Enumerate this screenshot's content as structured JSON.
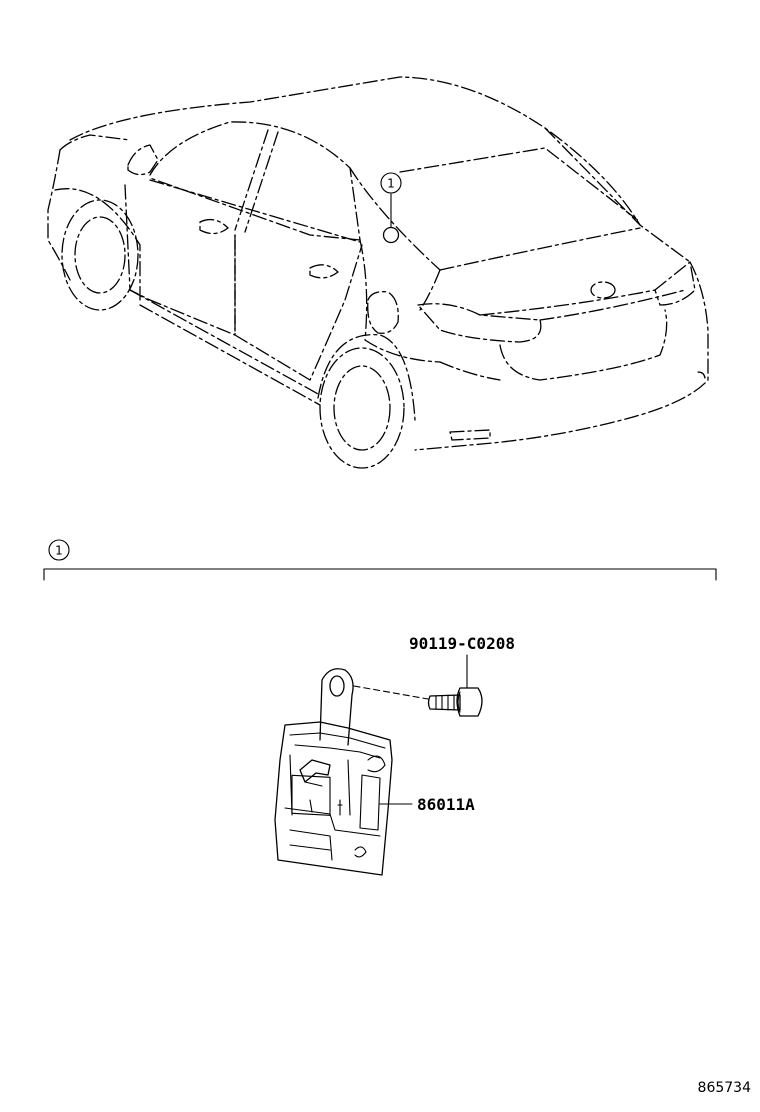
{
  "callouts": {
    "vehicle_callout": "1",
    "section_callout": "1"
  },
  "parts": {
    "bolt_part_number": "90119-C0208",
    "module_part_number": "86011A"
  },
  "illustration_number": "865734",
  "colors": {
    "line": "#000000",
    "background": "#ffffff"
  }
}
